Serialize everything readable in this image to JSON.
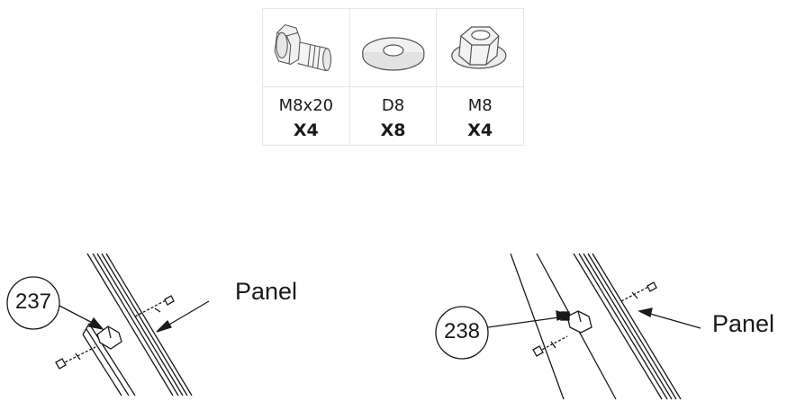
{
  "hardware": [
    {
      "icon": "hex-bolt-icon",
      "name": "M8x20",
      "qty": "X4"
    },
    {
      "icon": "washer-icon",
      "name": "D8",
      "qty": "X8"
    },
    {
      "icon": "flange-nut-icon",
      "name": "M8",
      "qty": "X4"
    }
  ],
  "details": [
    {
      "callout": "237",
      "label": "Panel"
    },
    {
      "callout": "238",
      "label": "Panel"
    }
  ]
}
